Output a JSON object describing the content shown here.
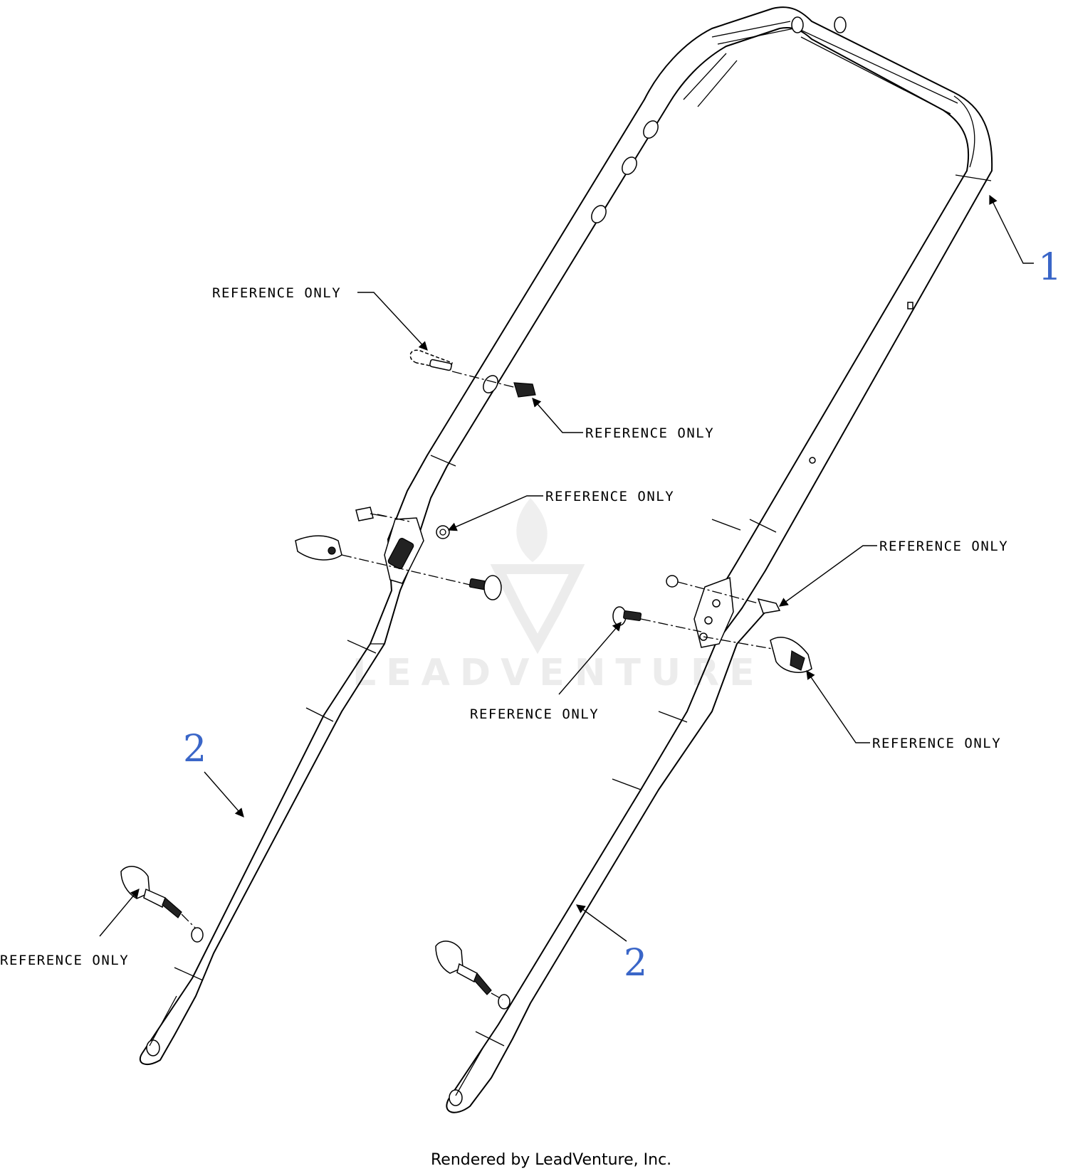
{
  "labels": {
    "reference": "REFERENCE ONLY",
    "callout_1": "1",
    "callout_2": "2"
  },
  "watermark": "LEADVENTURE",
  "footer": "Rendered by LeadVenture, Inc.",
  "colors": {
    "callout": "#3a66c8",
    "line": "#000000",
    "watermark": "#ececec"
  }
}
